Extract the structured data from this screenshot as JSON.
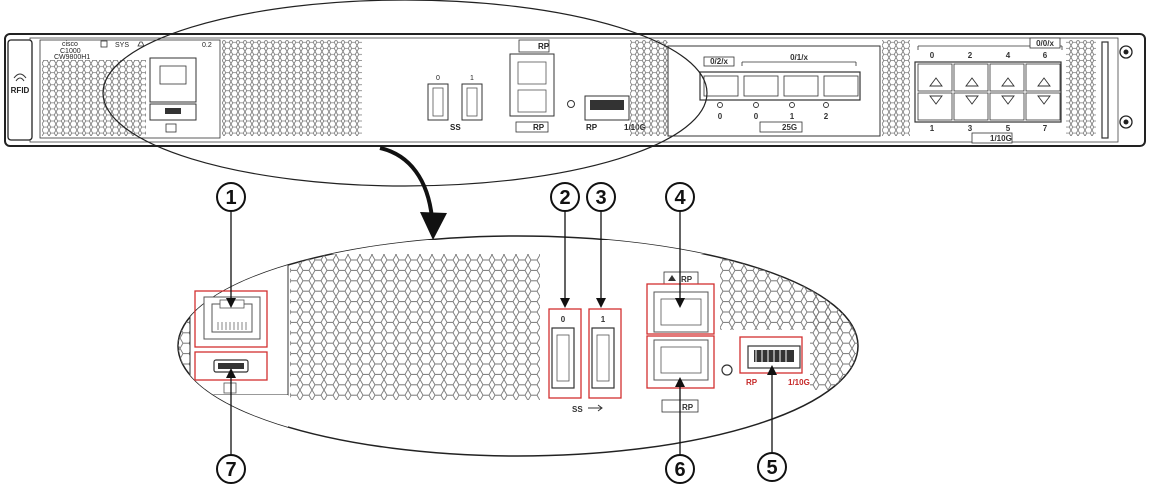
{
  "chassis": {
    "rfid_label": "RFID",
    "brand_label": "cisco",
    "model_series": "C1000",
    "model_name": "CW9800H1",
    "status_label": "SYS",
    "bay_label": "0.2"
  },
  "ports": {
    "usb_label_0": "0",
    "usb_label_1": "1",
    "usb_logo": "SS",
    "rp_top_label": "RP",
    "rp_bottom_label": "RP",
    "sfp_label": "RP",
    "sfp_speed_label": "1/10G",
    "group_a_label": "0/2/x",
    "group_b_label": "0/1/x",
    "group_a_port": "0",
    "group_b_ports": [
      "0",
      "1",
      "2"
    ],
    "speed_25g_label": "25G",
    "group_c_label": "0/0/x",
    "group_c_top_ports": [
      "0",
      "2",
      "4",
      "6"
    ],
    "group_c_bottom_ports": [
      "1",
      "3",
      "5",
      "7"
    ],
    "speed_10g_label": "1/10G"
  },
  "callouts": [
    "1",
    "2",
    "3",
    "4",
    "5",
    "6",
    "7"
  ],
  "colors": {
    "highlight": "#d32f2f",
    "line": "#222222",
    "panel": "#ffffff",
    "hex_stroke": "#777777"
  }
}
